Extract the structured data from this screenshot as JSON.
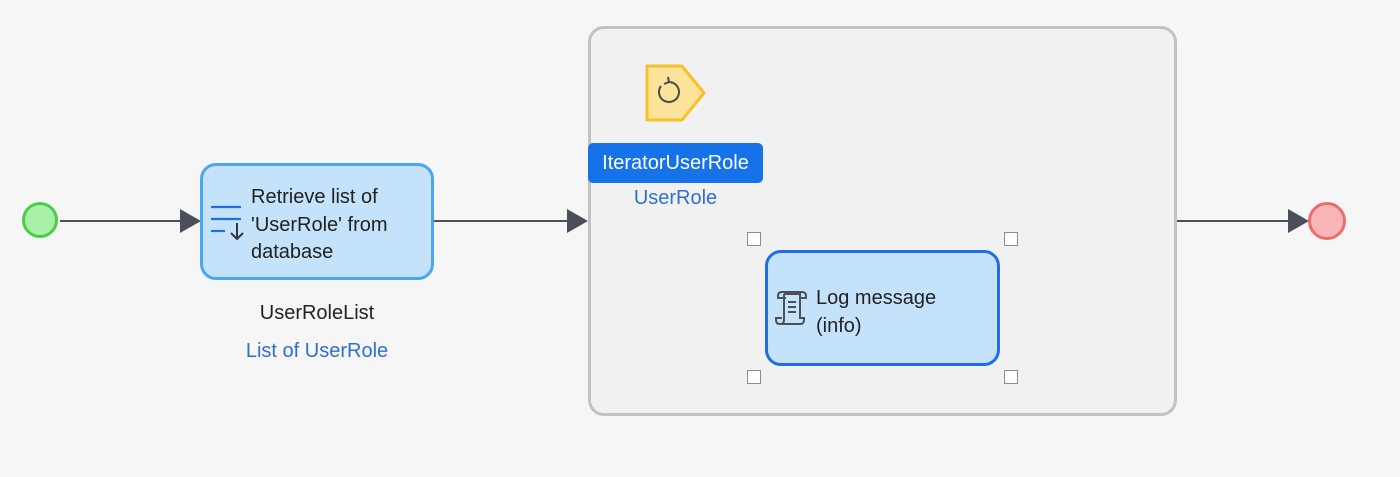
{
  "microflow": {
    "retrieve_activity": {
      "label": "Retrieve list of 'UserRole' from database",
      "icon": "retrieve-list-icon",
      "output_variable": "UserRoleList",
      "output_type": "List of UserRole"
    },
    "loop": {
      "icon": "loop-iterator-icon",
      "iterator_name": "IteratorUserRole",
      "iterator_type": "UserRole",
      "log_activity": {
        "label": "Log message (info)",
        "icon": "log-scroll-icon"
      }
    },
    "start_event": "start-event",
    "end_event": "end-event"
  },
  "colors": {
    "start_fill": "#a8efa8",
    "start_stroke": "#4ccc4c",
    "end_fill": "#f8b6b6",
    "end_stroke": "#ee6b6b",
    "activity_fill": "#c5e2fb",
    "activity_border": "#4aa6ee",
    "selected_border": "#1f6ee6",
    "iterator_badge": "#1672e8",
    "type_link": "#2f6fd0",
    "iterator_icon_fill": "#fbe39a",
    "iterator_icon_stroke": "#f4c12a"
  }
}
